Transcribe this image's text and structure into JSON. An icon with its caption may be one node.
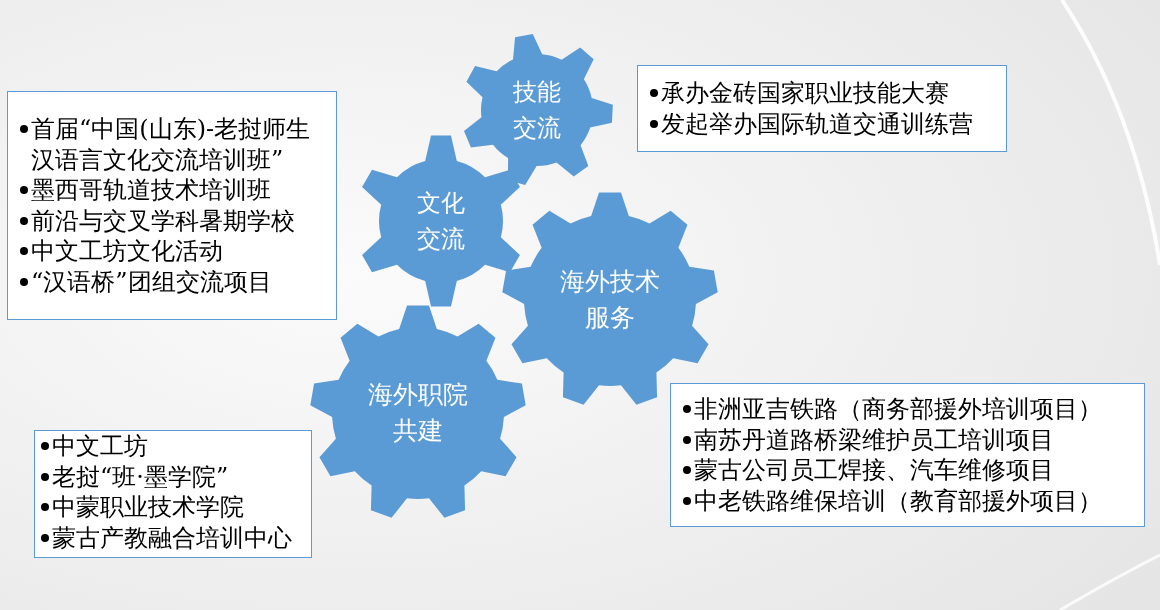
{
  "diagram": {
    "nodes": [
      {
        "text": [
          "技能交流"
        ]
      },
      {
        "text": [
          "承办金砖国家职业技能大赛",
          "发起举办国际轨道交通训练营"
        ]
      },
      {
        "text": [
          "首届“中国(山东)-老挝师生汉语言文化交流培训班”",
          "墨西哥轨道技术培训班",
          "前沿与交叉学科暑期学校",
          "中文工坊文化活动",
          "“汉语桥”团组交流项目"
        ]
      },
      {
        "text": [
          "文化交流"
        ]
      },
      {
        "text": [
          "海外技术服务"
        ]
      },
      {
        "text": [
          "海外职院共建"
        ]
      },
      {
        "text": [
          "非洲亚吉铁路（商务部援外培训项目）",
          "南苏丹道路桥梁维护员工培训项目",
          "蒙古公司员工焊接、汽车维修项目",
          "中老铁路维保培训（教育部援外项目）"
        ]
      },
      {
        "text": [
          "中文工坊",
          "老挝“班·墨学院”",
          "中蒙职业技术学院",
          "蒙古产教融合培训中心"
        ]
      }
    ]
  }
}
